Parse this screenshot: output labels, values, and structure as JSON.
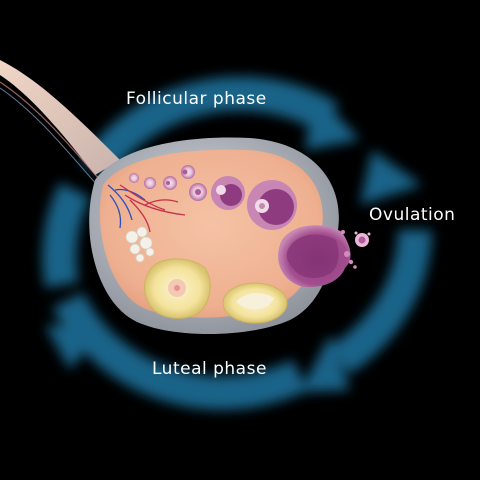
{
  "labels": {
    "follicular": "Follicular phase",
    "ovulation": "Ovulation",
    "luteal": "Luteal phase"
  },
  "colors": {
    "background": "#000000",
    "cycle_arrows": "#1f6e98",
    "ovary_tissue": "#f0b597",
    "capsule": "#b9bcc4",
    "follicle": "#a24d8e",
    "corpus_luteum": "#f6e7a6"
  },
  "icons": {
    "cycle": "circular-arrows-icon"
  }
}
